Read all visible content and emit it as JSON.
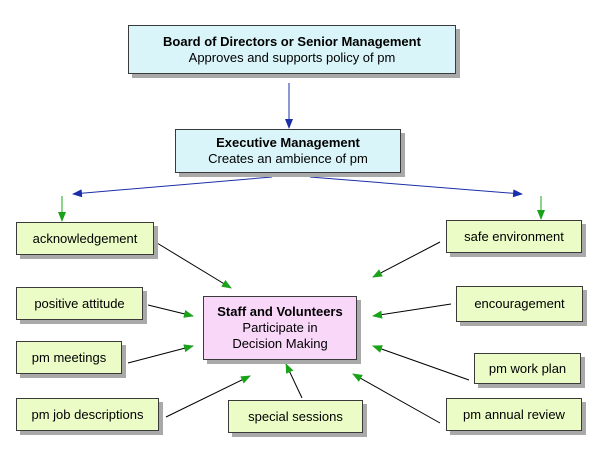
{
  "board": {
    "title": "Board of Directors or Senior Management",
    "subtitle": "Approves and supports policy of pm"
  },
  "executive": {
    "title": "Executive Management",
    "subtitle": "Creates an ambience of pm"
  },
  "staff": {
    "title": "Staff and Volunteers",
    "line1": "Participate in",
    "line2": "Decision Making"
  },
  "left_factors": [
    "acknowledgement",
    "positive attitude",
    "pm meetings",
    "pm job descriptions"
  ],
  "bottom_factor": "special sessions",
  "right_factors": [
    "safe environment",
    "encouragement",
    "pm work plan",
    "pm annual review"
  ],
  "colors": {
    "blue_box": "#d9f5f9",
    "green_box": "#ebfcc7",
    "staff_box": "#f9d7f9",
    "blue_arrow": "#1a2fa8",
    "green_arrow": "#1aa31a",
    "shadow": "#a9a9a9"
  }
}
